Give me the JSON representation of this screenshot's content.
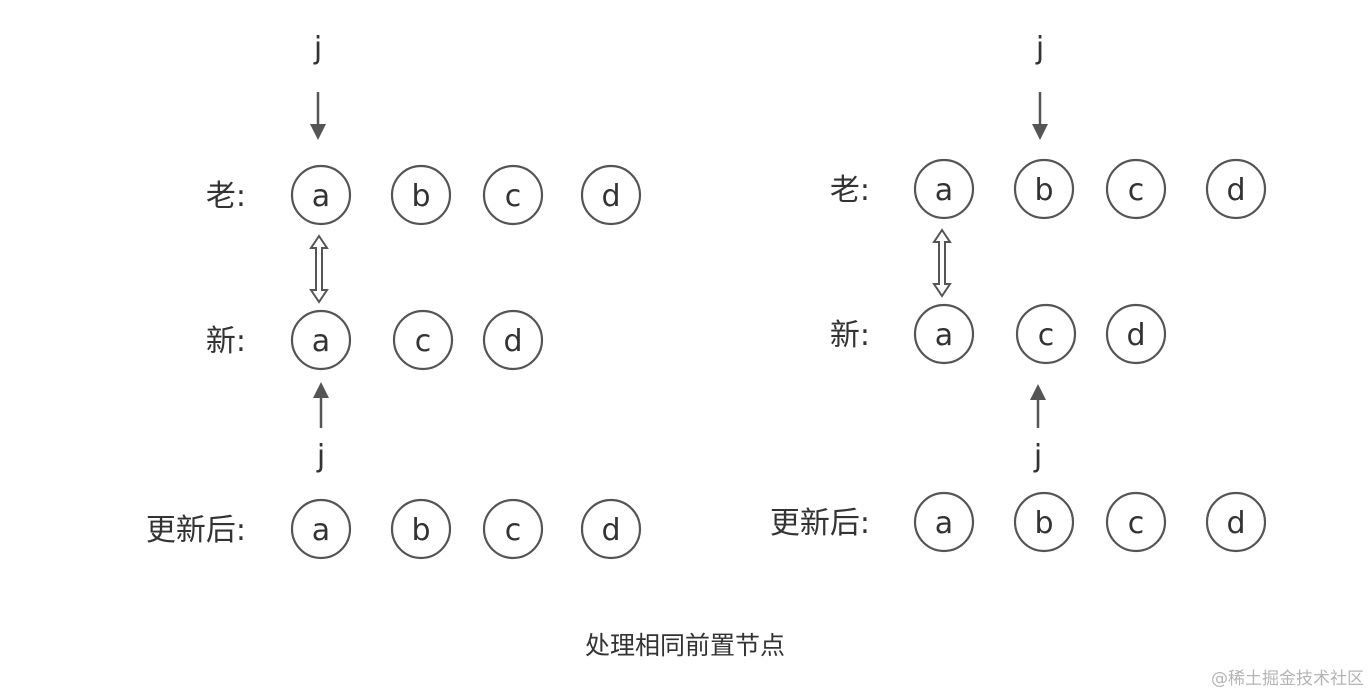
{
  "panels": [
    {
      "rows": [
        {
          "label": "老:",
          "nodes": [
            "a",
            "b",
            "c",
            "d"
          ]
        },
        {
          "label": "新:",
          "nodes": [
            "a",
            "c",
            "d"
          ]
        },
        {
          "label": "更新后:",
          "nodes": [
            "a",
            "b",
            "c",
            "d"
          ]
        }
      ],
      "pointers": {
        "old": "j",
        "new": "j"
      }
    },
    {
      "rows": [
        {
          "label": "老:",
          "nodes": [
            "a",
            "b",
            "c",
            "d"
          ]
        },
        {
          "label": "新:",
          "nodes": [
            "a",
            "c",
            "d"
          ]
        },
        {
          "label": "更新后:",
          "nodes": [
            "a",
            "b",
            "c",
            "d"
          ]
        }
      ],
      "pointers": {
        "old": "j",
        "new": "j"
      }
    }
  ],
  "caption": "处理相同前置节点",
  "watermark": "@稀土掘金技术社区"
}
